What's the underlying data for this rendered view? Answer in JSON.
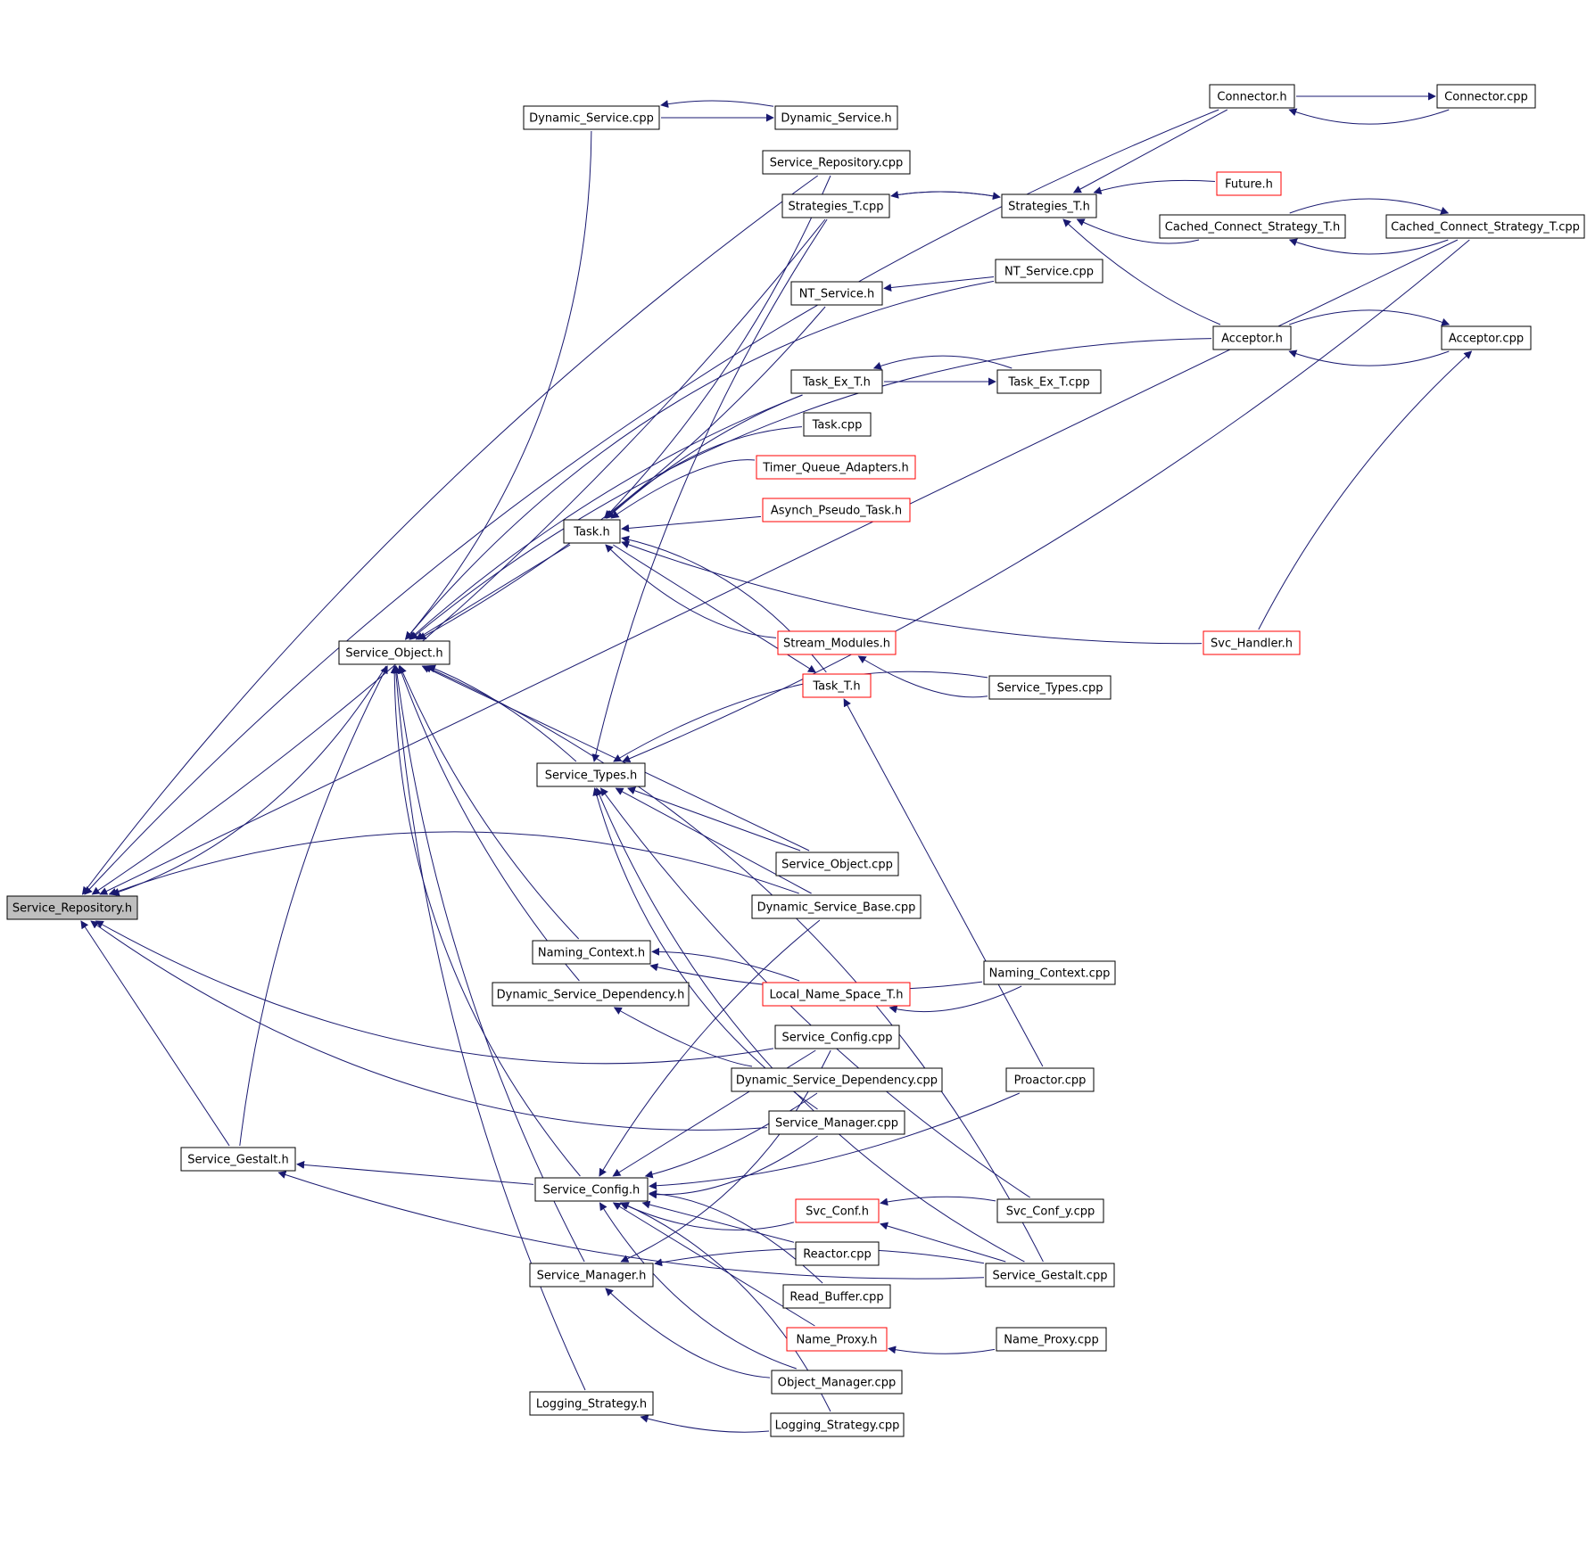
{
  "colors": {
    "edge": "#191970",
    "node_border": "#000000",
    "node_border_incomplete": "#ff0000",
    "root_fill": "#bfbfbf",
    "node_fill": "#ffffff"
  },
  "nodes": {
    "service_repository_h": {
      "label": "Service_Repository.h",
      "root": true
    },
    "service_gestalt_h": {
      "label": "Service_Gestalt.h"
    },
    "service_object_h": {
      "label": "Service_Object.h"
    },
    "dynamic_service_cpp": {
      "label": "Dynamic_Service.cpp"
    },
    "dynamic_service_h": {
      "label": "Dynamic_Service.h"
    },
    "service_repository_cpp": {
      "label": "Service_Repository.cpp"
    },
    "strategies_t_cpp": {
      "label": "Strategies_T.cpp"
    },
    "strategies_t_h": {
      "label": "Strategies_T.h"
    },
    "connector_h": {
      "label": "Connector.h"
    },
    "connector_cpp": {
      "label": "Connector.cpp"
    },
    "future_h": {
      "label": "Future.h",
      "incomplete": true
    },
    "cached_connect_strategy_t_h": {
      "label": "Cached_Connect_Strategy_T.h"
    },
    "cached_connect_strategy_t_cpp": {
      "label": "Cached_Connect_Strategy_T.cpp"
    },
    "nt_service_cpp": {
      "label": "NT_Service.cpp"
    },
    "nt_service_h": {
      "label": "NT_Service.h"
    },
    "acceptor_h": {
      "label": "Acceptor.h"
    },
    "acceptor_cpp": {
      "label": "Acceptor.cpp"
    },
    "task_ex_t_h": {
      "label": "Task_Ex_T.h"
    },
    "task_ex_t_cpp": {
      "label": "Task_Ex_T.cpp"
    },
    "task_cpp": {
      "label": "Task.cpp"
    },
    "timer_queue_adapters_h": {
      "label": "Timer_Queue_Adapters.h",
      "incomplete": true
    },
    "asynch_pseudo_task_h": {
      "label": "Asynch_Pseudo_Task.h",
      "incomplete": true
    },
    "task_h": {
      "label": "Task.h"
    },
    "svc_handler_h": {
      "label": "Svc_Handler.h",
      "incomplete": true
    },
    "stream_modules_h": {
      "label": "Stream_Modules.h",
      "incomplete": true
    },
    "task_t_h": {
      "label": "Task_T.h",
      "incomplete": true
    },
    "service_types_cpp": {
      "label": "Service_Types.cpp"
    },
    "service_types_h": {
      "label": "Service_Types.h"
    },
    "service_object_cpp": {
      "label": "Service_Object.cpp"
    },
    "dynamic_service_base_cpp": {
      "label": "Dynamic_Service_Base.cpp"
    },
    "naming_context_h": {
      "label": "Naming_Context.h"
    },
    "naming_context_cpp": {
      "label": "Naming_Context.cpp"
    },
    "local_name_space_t_h": {
      "label": "Local_Name_Space_T.h",
      "incomplete": true
    },
    "dynamic_service_dependency_h": {
      "label": "Dynamic_Service_Dependency.h"
    },
    "service_config_cpp": {
      "label": "Service_Config.cpp"
    },
    "dynamic_service_dependency_cpp": {
      "label": "Dynamic_Service_Dependency.cpp"
    },
    "proactor_cpp": {
      "label": "Proactor.cpp"
    },
    "service_manager_cpp": {
      "label": "Service_Manager.cpp"
    },
    "service_config_h": {
      "label": "Service_Config.h"
    },
    "svc_conf_h": {
      "label": "Svc_Conf.h",
      "incomplete": true
    },
    "svc_conf_y_cpp": {
      "label": "Svc_Conf_y.cpp"
    },
    "reactor_cpp": {
      "label": "Reactor.cpp"
    },
    "service_manager_h": {
      "label": "Service_Manager.h"
    },
    "service_gestalt_cpp": {
      "label": "Service_Gestalt.cpp"
    },
    "read_buffer_cpp": {
      "label": "Read_Buffer.cpp"
    },
    "name_proxy_h": {
      "label": "Name_Proxy.h",
      "incomplete": true
    },
    "name_proxy_cpp": {
      "label": "Name_Proxy.cpp"
    },
    "object_manager_cpp": {
      "label": "Object_Manager.cpp"
    },
    "logging_strategy_h": {
      "label": "Logging_Strategy.h"
    },
    "logging_strategy_cpp": {
      "label": "Logging_Strategy.cpp"
    }
  },
  "edges": [
    [
      "service_gestalt_h",
      "service_repository_h"
    ],
    [
      "service_object_h",
      "service_repository_h"
    ],
    [
      "connector_h",
      "service_repository_h"
    ],
    [
      "service_repository_cpp",
      "service_repository_h"
    ],
    [
      "strategies_t_cpp",
      "service_repository_h"
    ],
    [
      "cached_connect_strategy_t_cpp",
      "service_repository_h"
    ],
    [
      "dynamic_service_base_cpp",
      "service_repository_h"
    ],
    [
      "service_config_cpp",
      "service_repository_h"
    ],
    [
      "service_manager_cpp",
      "service_repository_h"
    ],
    [
      "service_config_h",
      "service_gestalt_h"
    ],
    [
      "service_gestalt_cpp",
      "service_gestalt_h"
    ],
    [
      "task_h",
      "service_object_h"
    ],
    [
      "service_types_h",
      "service_object_h"
    ],
    [
      "service_gestalt_h",
      "service_object_h"
    ],
    [
      "dynamic_service_cpp",
      "service_object_h"
    ],
    [
      "nt_service_h",
      "service_object_h"
    ],
    [
      "nt_service_cpp",
      "service_object_h"
    ],
    [
      "acceptor_h",
      "service_object_h"
    ],
    [
      "task_ex_t_h",
      "service_object_h"
    ],
    [
      "service_object_cpp",
      "service_object_h"
    ],
    [
      "naming_context_h",
      "service_object_h"
    ],
    [
      "dynamic_service_dependency_h",
      "service_object_h"
    ],
    [
      "service_manager_h",
      "service_object_h"
    ],
    [
      "logging_strategy_h",
      "service_object_h"
    ],
    [
      "service_config_h",
      "service_object_h"
    ],
    [
      "service_gestalt_cpp",
      "service_object_h"
    ],
    [
      "dynamic_service_h",
      "dynamic_service_cpp"
    ],
    [
      "dynamic_service_cpp",
      "dynamic_service_h"
    ],
    [
      "strategies_t_h",
      "strategies_t_cpp"
    ],
    [
      "strategies_t_cpp",
      "strategies_t_h"
    ],
    [
      "connector_h",
      "strategies_t_h"
    ],
    [
      "future_h",
      "strategies_t_h"
    ],
    [
      "cached_connect_strategy_t_h",
      "strategies_t_h"
    ],
    [
      "acceptor_h",
      "strategies_t_h"
    ],
    [
      "connector_cpp",
      "connector_h"
    ],
    [
      "connector_h",
      "connector_cpp"
    ],
    [
      "cached_connect_strategy_t_h",
      "cached_connect_strategy_t_cpp"
    ],
    [
      "cached_connect_strategy_t_cpp",
      "cached_connect_strategy_t_h"
    ],
    [
      "nt_service_cpp",
      "nt_service_h"
    ],
    [
      "acceptor_cpp",
      "acceptor_h"
    ],
    [
      "acceptor_h",
      "acceptor_cpp"
    ],
    [
      "task_ex_t_cpp",
      "task_ex_t_h"
    ],
    [
      "task_ex_t_h",
      "task_ex_t_cpp"
    ],
    [
      "svc_handler_h",
      "acceptor_cpp"
    ],
    [
      "task_ex_t_h",
      "task_h"
    ],
    [
      "task_cpp",
      "task_h"
    ],
    [
      "timer_queue_adapters_h",
      "task_h"
    ],
    [
      "asynch_pseudo_task_h",
      "task_h"
    ],
    [
      "svc_handler_h",
      "task_h"
    ],
    [
      "stream_modules_h",
      "task_h"
    ],
    [
      "task_t_h",
      "task_h"
    ],
    [
      "service_repository_cpp",
      "task_h"
    ],
    [
      "task_h",
      "task_t_h"
    ],
    [
      "service_types_cpp",
      "stream_modules_h"
    ],
    [
      "proactor_cpp",
      "task_t_h"
    ],
    [
      "service_types_cpp",
      "service_types_h"
    ],
    [
      "strategies_t_cpp",
      "service_types_h"
    ],
    [
      "cached_connect_strategy_t_cpp",
      "service_types_h"
    ],
    [
      "service_object_cpp",
      "service_types_h"
    ],
    [
      "dynamic_service_base_cpp",
      "service_types_h"
    ],
    [
      "svc_conf_y_cpp",
      "service_types_h"
    ],
    [
      "service_gestalt_cpp",
      "service_types_h"
    ],
    [
      "service_manager_cpp",
      "service_types_h"
    ],
    [
      "naming_context_cpp",
      "naming_context_h"
    ],
    [
      "local_name_space_t_h",
      "naming_context_h"
    ],
    [
      "naming_context_cpp",
      "local_name_space_t_h"
    ],
    [
      "dynamic_service_dependency_cpp",
      "dynamic_service_dependency_h"
    ],
    [
      "dynamic_service_base_cpp",
      "service_config_h"
    ],
    [
      "service_config_cpp",
      "service_config_h"
    ],
    [
      "dynamic_service_dependency_cpp",
      "service_config_h"
    ],
    [
      "service_manager_cpp",
      "service_config_h"
    ],
    [
      "proactor_cpp",
      "service_config_h"
    ],
    [
      "svc_conf_h",
      "service_config_h"
    ],
    [
      "reactor_cpp",
      "service_config_h"
    ],
    [
      "read_buffer_cpp",
      "service_config_h"
    ],
    [
      "name_proxy_h",
      "service_config_h"
    ],
    [
      "object_manager_cpp",
      "service_config_h"
    ],
    [
      "logging_strategy_cpp",
      "service_config_h"
    ],
    [
      "svc_conf_y_cpp",
      "svc_conf_h"
    ],
    [
      "service_gestalt_cpp",
      "svc_conf_h"
    ],
    [
      "name_proxy_cpp",
      "name_proxy_h"
    ],
    [
      "service_config_cpp",
      "service_manager_h"
    ],
    [
      "object_manager_cpp",
      "service_manager_h"
    ],
    [
      "service_gestalt_cpp",
      "service_manager_h"
    ],
    [
      "logging_strategy_cpp",
      "logging_strategy_h"
    ]
  ]
}
